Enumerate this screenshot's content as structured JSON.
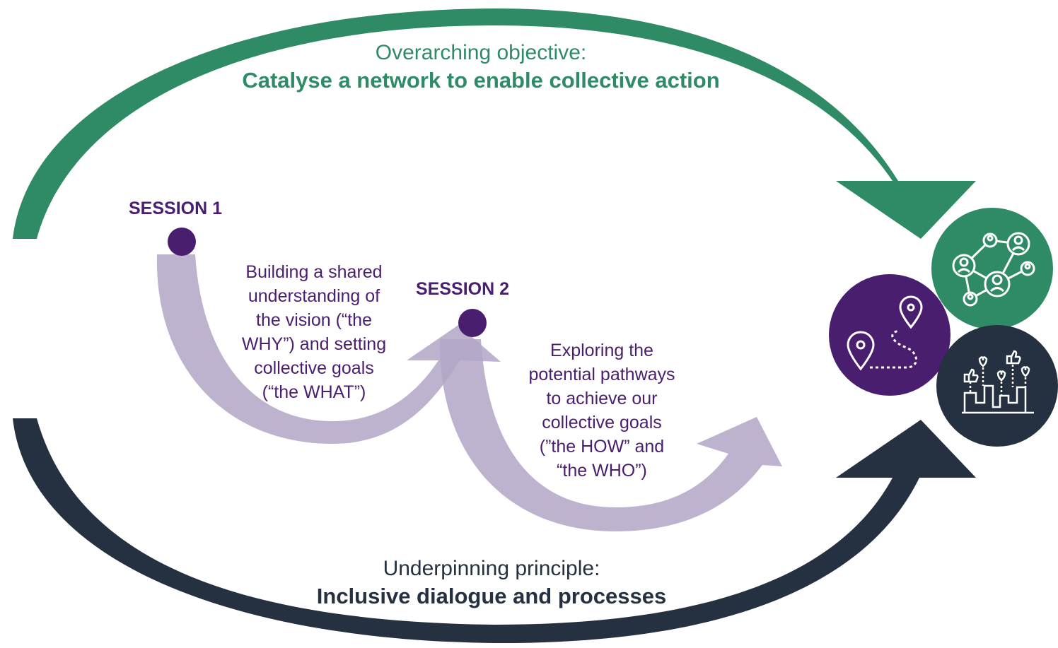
{
  "objective": {
    "label": "Overarching objective:",
    "title": "Catalyse a network to enable collective action"
  },
  "principle": {
    "label": "Underpinning principle:",
    "title": "Inclusive dialogue and processes"
  },
  "session1": {
    "label": "SESSION 1",
    "lines": [
      "Building a shared",
      "understanding of",
      "the vision (“the",
      "WHY”) and setting",
      "collective goals",
      "(“the WHAT”)"
    ]
  },
  "session2": {
    "label": "SESSION 2",
    "lines": [
      "Exploring the",
      "potential pathways",
      "to achieve our",
      "collective goals",
      "(”the HOW” and",
      "“the WHO”)"
    ]
  },
  "icons": [
    "network-people-icon",
    "map-route-icon",
    "community-city-icon"
  ],
  "colors": {
    "green": "#2e8b65",
    "navy": "#253140",
    "purple": "#4a1e6e",
    "lavender": "#b3a6c7"
  }
}
